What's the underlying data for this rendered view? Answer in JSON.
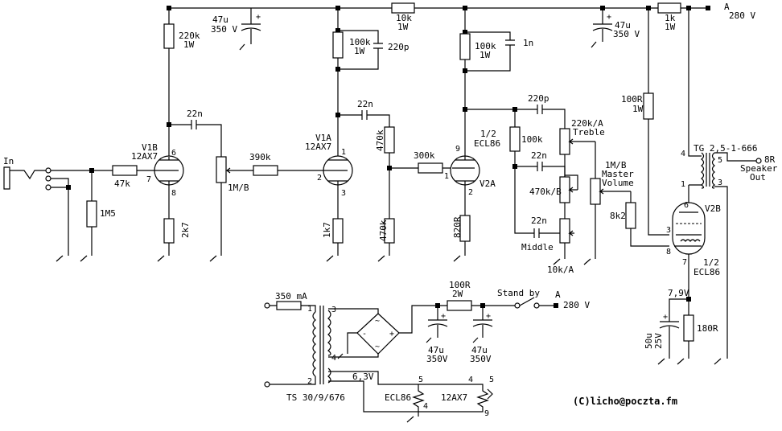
{
  "labels": {
    "in": "In",
    "out_a": "A",
    "v280_top": "280 V",
    "c_47u_top": "47u",
    "c_350v_top": "350 V",
    "r_10k": "10k",
    "r_10k_w": "1W",
    "c_47u_top2": "47u",
    "c_350v_top2": "350 V",
    "r_1k": "1k",
    "r_1k_w": "1W",
    "r_220k": "220k",
    "r_220k_w": "1W",
    "r_100k_a": "100k",
    "r_100k_a_w": "1W",
    "c_220p_a": "220p",
    "r_100k_b": "100k",
    "r_100k_b_w": "1W",
    "c_1n": "1n",
    "r_100r": "100R",
    "r_100r_w": "1W",
    "c_22n_a": "22n",
    "c_22n_b": "22n",
    "c_220p_b": "220p",
    "pot_treble": "220k/A",
    "treble": "Treble",
    "r_100k_c": "100k",
    "c_22n_c": "22n",
    "pot_master_a": "1M/B",
    "pot_master_b": "Master",
    "pot_master_c": "Volume",
    "tg": "TG 2,5-1-666",
    "spk_a": "8R",
    "spk_b": "Speaker",
    "spk_c": "Out",
    "v1b": "V1B",
    "v1b_t": "12AX7",
    "v1a": "V1A",
    "v1a_t": "12AX7",
    "half_a": "1/2",
    "ecl86_a": "ECL86",
    "v2a": "V2A",
    "v2b": "V2B",
    "half_b": "1/2",
    "ecl86_b": "ECL86",
    "r_47k": "47k",
    "r_1m5": "1M5",
    "pot_1mb": "1M/B",
    "r_390k": "390k",
    "r_470k_a": "470k",
    "r_300k": "300k",
    "pot_470kb": "470k/B",
    "r_8k2": "8k2",
    "r_2k7": "2k7",
    "r_1k7": "1k7",
    "r_470k_b": "470k",
    "r_820r": "820R",
    "c_22n_d": "22n",
    "middle": "Middle",
    "pot_10ka": "10k/A",
    "v7_9": "7,9V",
    "r_180r": "180R",
    "c_50u": "50u",
    "c_25v": "25V",
    "fuse": "350 mA",
    "r_100r_2w": "100R",
    "r_2w": "2W",
    "standby": "Stand by",
    "a2": "A",
    "v280_b": "280 V",
    "c_47u_b1": "47u",
    "c_350v_b1": "350V",
    "c_47u_b2": "47u",
    "c_350v_b2": "350V",
    "v6_3": "6,3V",
    "ts": "TS 30/9/676",
    "ecl86_h": "ECL86",
    "ax7_h": "12AX7",
    "copyright": "(C)licho@poczta.fm",
    "pin_6a": "6",
    "pin_7a": "7",
    "pin_8a": "8",
    "pin_1a": "1",
    "pin_2a": "2",
    "pin_3a": "3",
    "pin_9": "9",
    "pin_1b": "1",
    "pin_2b": "2",
    "pin_6b": "6",
    "pin_3b": "3",
    "pin_8b": "8",
    "pin_7b": "7",
    "tg_4": "4",
    "tg_1": "1",
    "tg_5": "5",
    "tg_3": "3",
    "ts_1": "1",
    "ts_2": "2",
    "ts_3": "3",
    "ts_4": "4",
    "h_5a": "5",
    "h_4a": "4",
    "h_4b": "4",
    "h_5b": "5",
    "h_9": "9"
  }
}
